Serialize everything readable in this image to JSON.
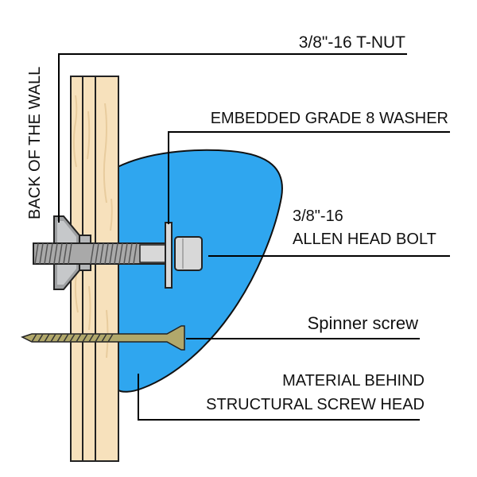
{
  "labels": {
    "tnut": "3/8\"-16  T-NUT",
    "back_of_wall": "BACK OF THE WALL",
    "washer": "EMBEDDED GRADE 8 WASHER",
    "bolt_line1": "3/8\"-16",
    "bolt_line2": "ALLEN HEAD BOLT",
    "spinner": "Spinner screw",
    "material_line1": "MATERIAL BEHIND",
    "material_line2": "STRUCTURAL SCREW HEAD"
  },
  "colors": {
    "hold_blue": "#2fa6ef",
    "wood": "#f7e1bc",
    "wood_grain": "#e8cc9e",
    "steel": "#a9a9a9",
    "steel_light": "#d8d8d8",
    "screw": "#b1a86b",
    "line": "#000000"
  }
}
